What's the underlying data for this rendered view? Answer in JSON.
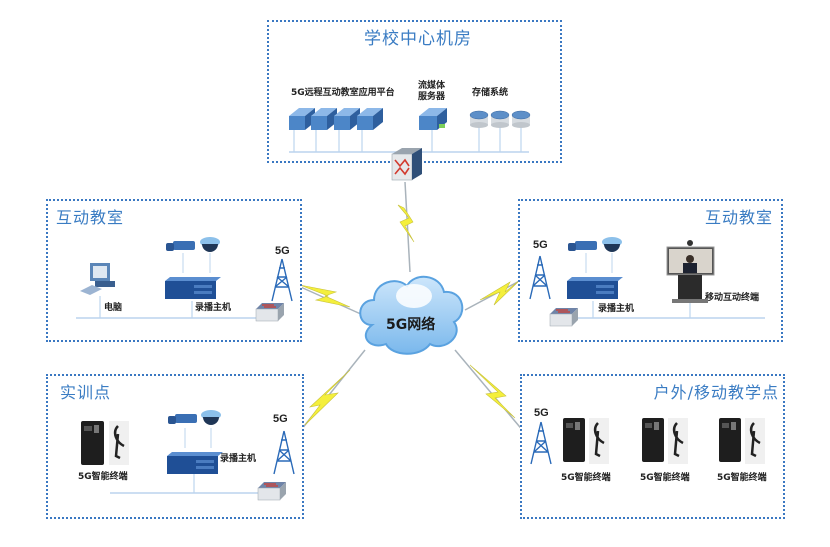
{
  "diagram": {
    "center": {
      "label": "5G网络",
      "type": "cloud"
    },
    "network_label": "5G",
    "colors": {
      "box_border": "#3a78c2",
      "title": "#3a7cc3",
      "bolt": "#f4f04a",
      "cloud": "#8cc4f0",
      "device": "#2a5ea8"
    },
    "datacenter": {
      "title": "学校中心机房",
      "platform_label": "5G远程互动教室应用平台",
      "streaming_label": "流媒体\n服务器",
      "streaming_line1": "流媒体",
      "streaming_line2": "服务器",
      "storage_label": "存储系统",
      "platform_server_count": 4,
      "storage_disk_count": 3
    },
    "classroom_left": {
      "title": "互动教室",
      "pc_label": "电脑",
      "recorder_label": "录播主机",
      "tower_label": "5G"
    },
    "classroom_right": {
      "title": "互动教室",
      "recorder_label": "录播主机",
      "terminal_label": "移动互动终端",
      "tower_label": "5G"
    },
    "training": {
      "title": "实训点",
      "terminal_label": "5G智能终端",
      "recorder_label": "录播主机",
      "tower_label": "5G"
    },
    "outdoor": {
      "title": "户外/移动教学点",
      "tower_label": "5G",
      "terminals": [
        {
          "label": "5G智能终端"
        },
        {
          "label": "5G智能终端"
        },
        {
          "label": "5G智能终端"
        }
      ]
    }
  }
}
